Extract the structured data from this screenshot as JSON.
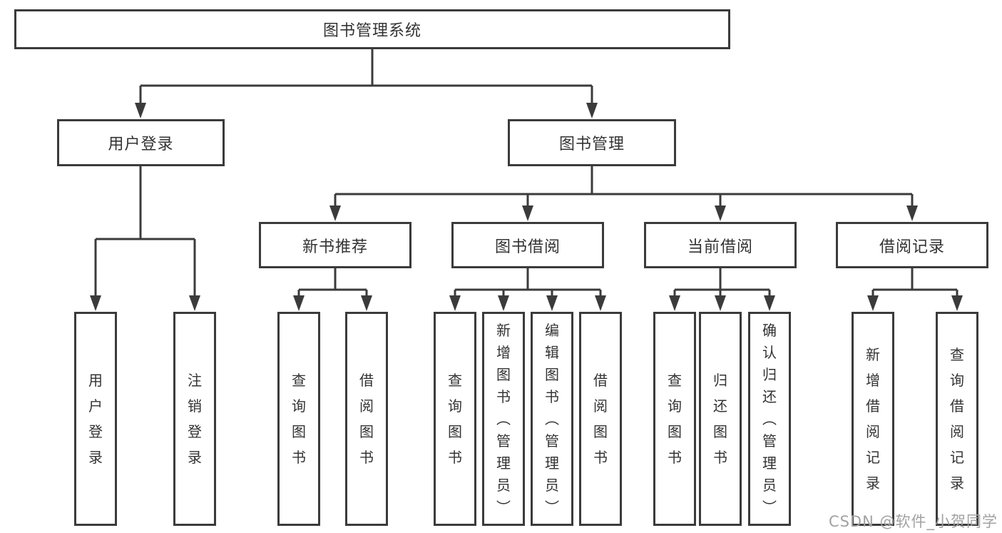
{
  "nodes": {
    "root": "图书管理系统",
    "user_login": "用户登录",
    "book_management": "图书管理",
    "new_book_recommend": "新书推荐",
    "book_borrowing": "图书借阅",
    "current_borrowing": "当前借阅",
    "borrowing_records": "借阅记录",
    "leaf_user_login": "用户登录",
    "leaf_logout_login": "注销登录",
    "leaf_nb_query_books": "查询图书",
    "leaf_nb_borrow_books": "借阅图书",
    "leaf_bb_query_books": "查询图书",
    "leaf_bb_add_books": "新增图书（管理员）",
    "leaf_bb_edit_books": "编辑图书（管理员）",
    "leaf_bb_borrow_books": "借阅图书",
    "leaf_cb_query_books": "查询图书",
    "leaf_cb_return_books": "归还图书",
    "leaf_cb_confirm_return": "确认归还（管理员）",
    "leaf_br_add_record": "新增借阅记录",
    "leaf_br_query_record": "查询借阅记录"
  },
  "watermark": "CSDN @软件_小贺同学",
  "colors": {
    "line": "#3b3b3b",
    "box_border": "#3b3b3b",
    "box_fill": "#ffffff",
    "text": "#333333",
    "watermark": "#a2a2a2"
  }
}
